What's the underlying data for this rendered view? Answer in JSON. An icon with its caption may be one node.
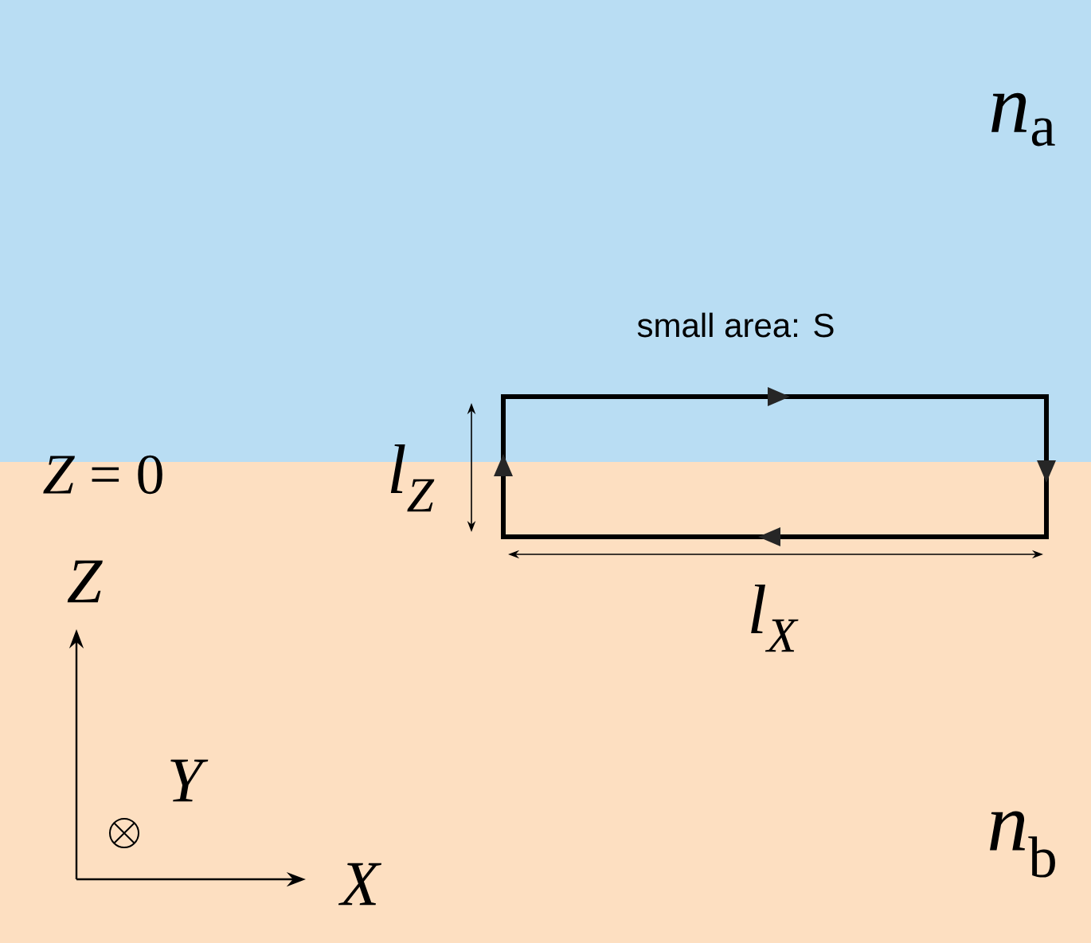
{
  "diagram": {
    "labels": [
      "*n*$_{a}$",
      "small area: S",
      "*Z* = 0",
      "l$_{Z}$",
      "l$_{X}$",
      "Z",
      "Y",
      "X",
      "*n*$_{b}$"
    ]
  }
}
